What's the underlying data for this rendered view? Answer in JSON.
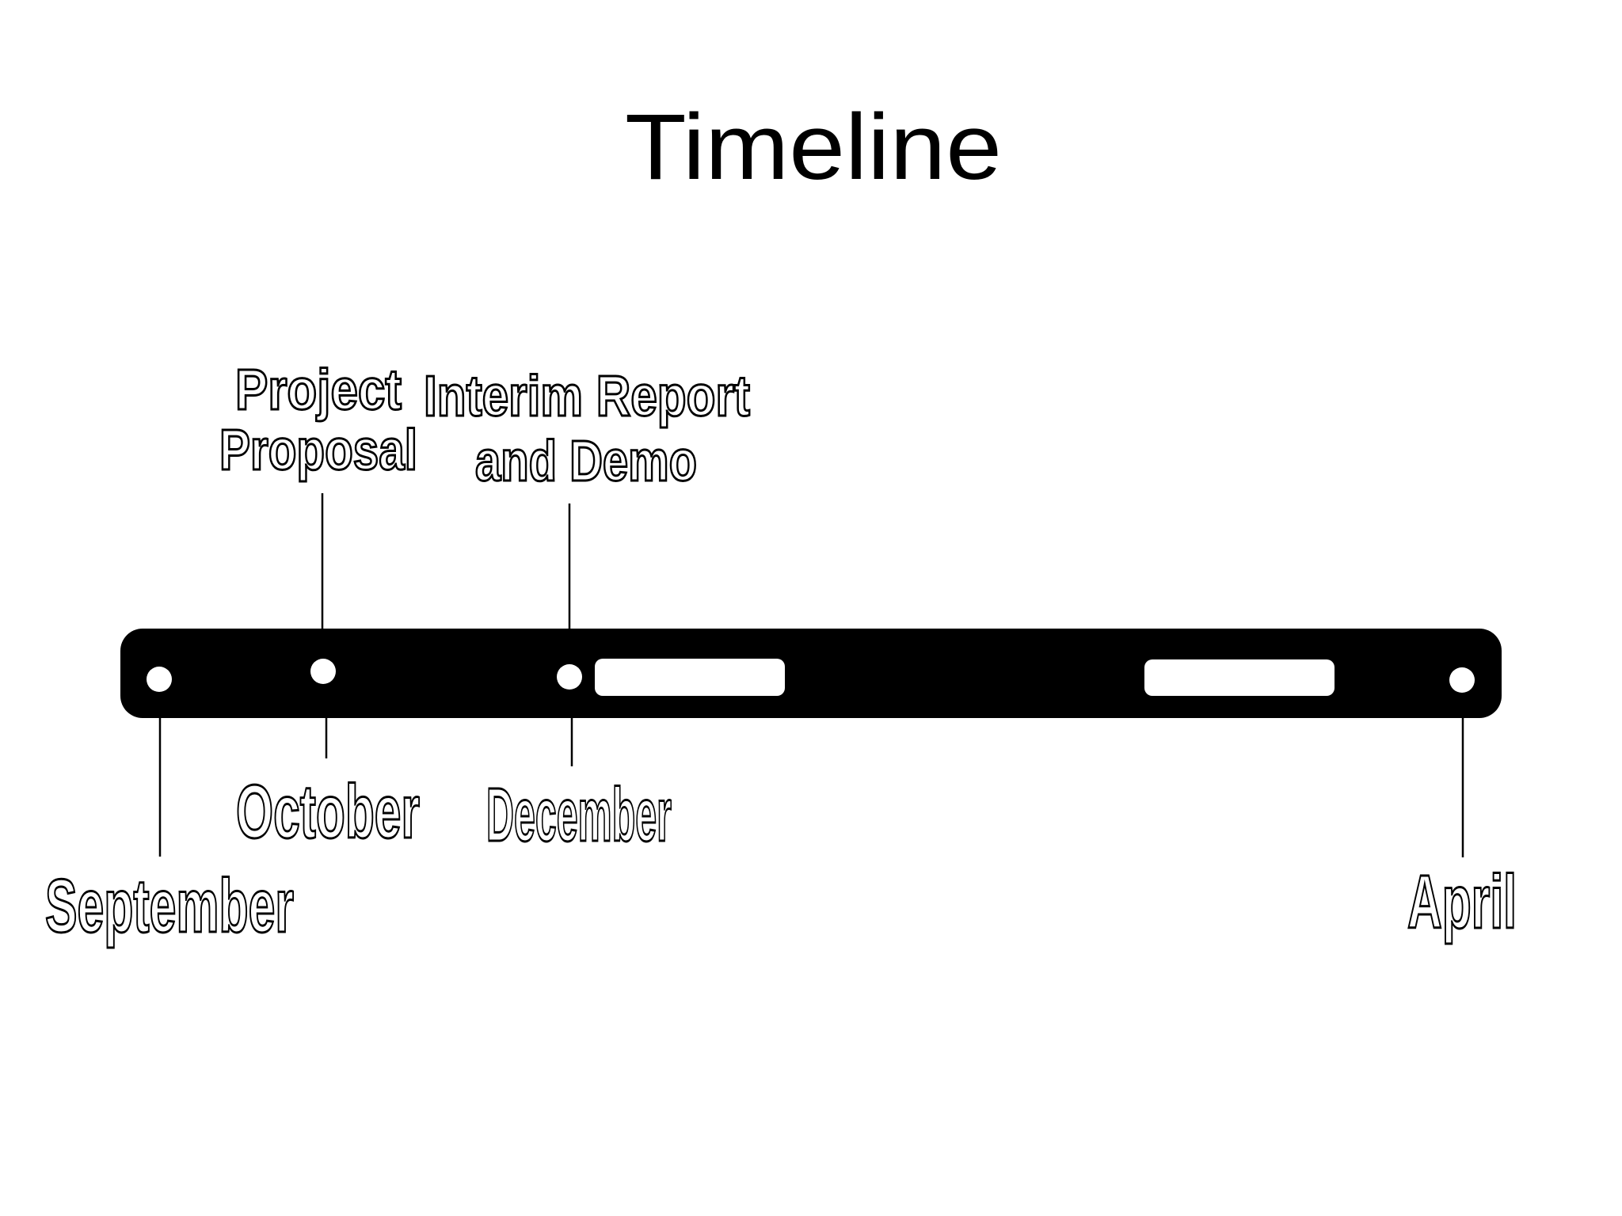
{
  "slide": {
    "title": "Timeline",
    "background_color": "#ffffff",
    "bar_color": "#000000",
    "marker_color": "#ffffff",
    "outline_text_fill": "#ffffff",
    "outline_text_stroke": "#000000"
  },
  "milestones_above": [
    {
      "id": "project-proposal",
      "lines": [
        "Project",
        "Proposal"
      ]
    },
    {
      "id": "interim-report-and-demo",
      "lines": [
        "Interim Report",
        "and Demo"
      ]
    }
  ],
  "milestones_below": [
    {
      "id": "september",
      "label": "September"
    },
    {
      "id": "october",
      "label": "October"
    },
    {
      "id": "december",
      "label": "December"
    },
    {
      "id": "april",
      "label": "April"
    }
  ]
}
